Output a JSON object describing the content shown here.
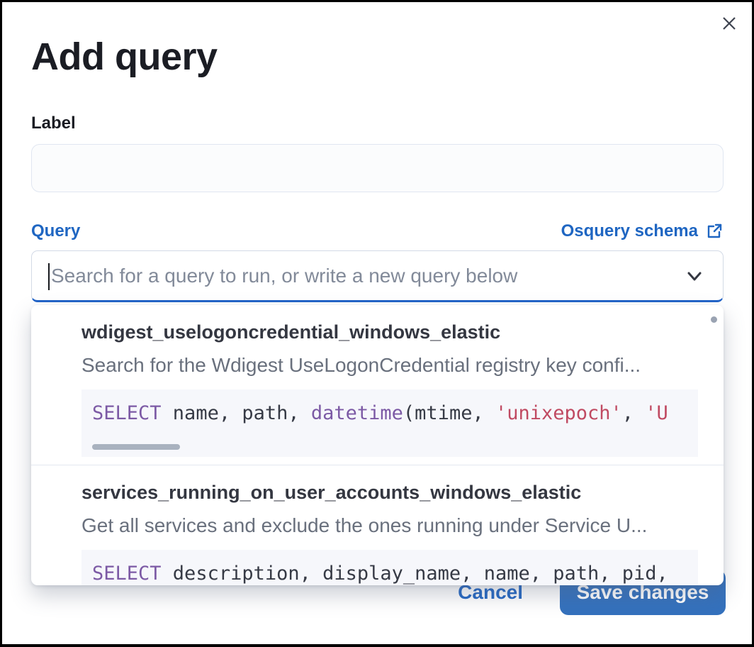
{
  "modal": {
    "title": "Add query"
  },
  "label_field": {
    "label": "Label",
    "value": ""
  },
  "query_field": {
    "label": "Query",
    "schema_link_label": "Osquery schema",
    "placeholder": "Search for a query to run, or write a new query below",
    "value": ""
  },
  "dropdown": {
    "options": [
      {
        "id": "wdigest_uselogoncredential_windows_elastic",
        "description": "Search for the Wdigest UseLogonCredential registry key confi...",
        "h_scrollbar": true,
        "sql_tokens": [
          {
            "t": "SELECT",
            "c": "keyword"
          },
          {
            "t": " name, path, ",
            "c": "plain"
          },
          {
            "t": "datetime",
            "c": "keyword"
          },
          {
            "t": "(mtime, ",
            "c": "plain"
          },
          {
            "t": "'unixepoch'",
            "c": "string"
          },
          {
            "t": ", ",
            "c": "plain"
          },
          {
            "t": "'U",
            "c": "string"
          }
        ]
      },
      {
        "id": "services_running_on_user_accounts_windows_elastic",
        "description": "Get all services and exclude the ones running under Service U...",
        "h_scrollbar": false,
        "sql_tokens": [
          {
            "t": "SELECT",
            "c": "keyword"
          },
          {
            "t": " description, display_name, name, path, pid,",
            "c": "plain"
          }
        ]
      }
    ]
  },
  "footer": {
    "cancel_label": "Cancel",
    "save_label": "Save changes"
  },
  "icons": {
    "close": "close-icon",
    "external_link": "external-link-icon",
    "chevron_down": "chevron-down-icon"
  },
  "colors": {
    "link_blue": "#1f66c2",
    "focus_underline_blue": "#2264c8",
    "button_blue": "#3471bd",
    "sql_keyword_purple": "#7c5aa5",
    "sql_string_red": "#c04a62",
    "sql_plain": "#363a45",
    "description_gray": "#69707d",
    "code_background": "#f6f7fb"
  }
}
